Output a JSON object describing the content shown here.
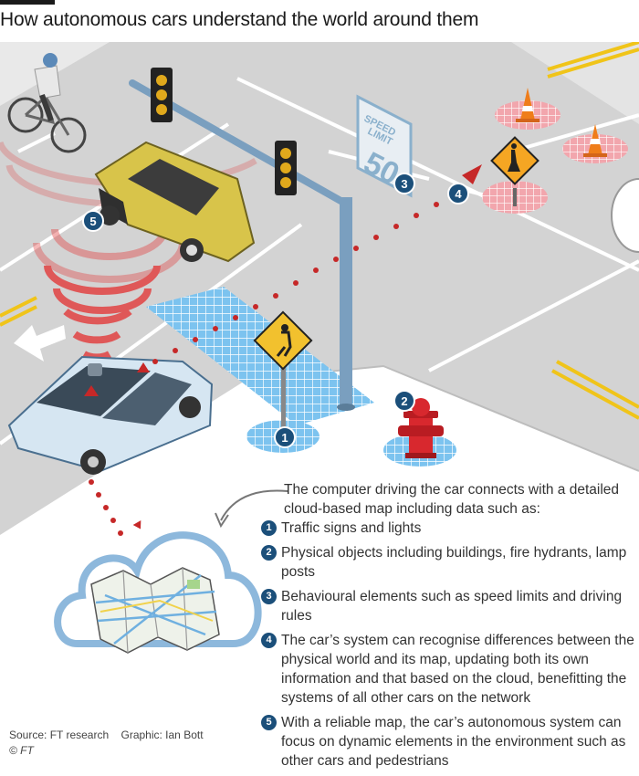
{
  "header": {
    "title": "How autonomous cars understand the world around them"
  },
  "sign": {
    "line1": "SPEED",
    "line2": "LIMIT",
    "value": "50"
  },
  "badges": [
    "1",
    "2",
    "3",
    "4",
    "5"
  ],
  "intro": "The computer driving the car connects with a detailed cloud-based map including data such as:",
  "legend": [
    {
      "num": "1",
      "text": "Traffic signs and lights"
    },
    {
      "num": "2",
      "text": "Physical objects including buildings, fire hydrants, lamp posts"
    },
    {
      "num": "3",
      "text": "Behavioural elements such as speed limits and driving rules"
    },
    {
      "num": "4",
      "text": "The car’s system can recognise differences between the physical world and its map, updating both its own information and that based on the cloud, benefitting the systems of all other cars on the network"
    },
    {
      "num": "5",
      "text": "With a reliable map, the car’s autonomous system can focus on dynamic elements in the environment such as other cars and pedestrians"
    }
  ],
  "footer": {
    "source": "Source: FT research    Graphic: Ian Bott",
    "credit": "© FT"
  },
  "colors": {
    "road": "#d4d4d4",
    "sidewalk": "#ffffff",
    "badge": "#1b4f7a",
    "dots": "#c62828",
    "grid": "#4aa3e0"
  }
}
